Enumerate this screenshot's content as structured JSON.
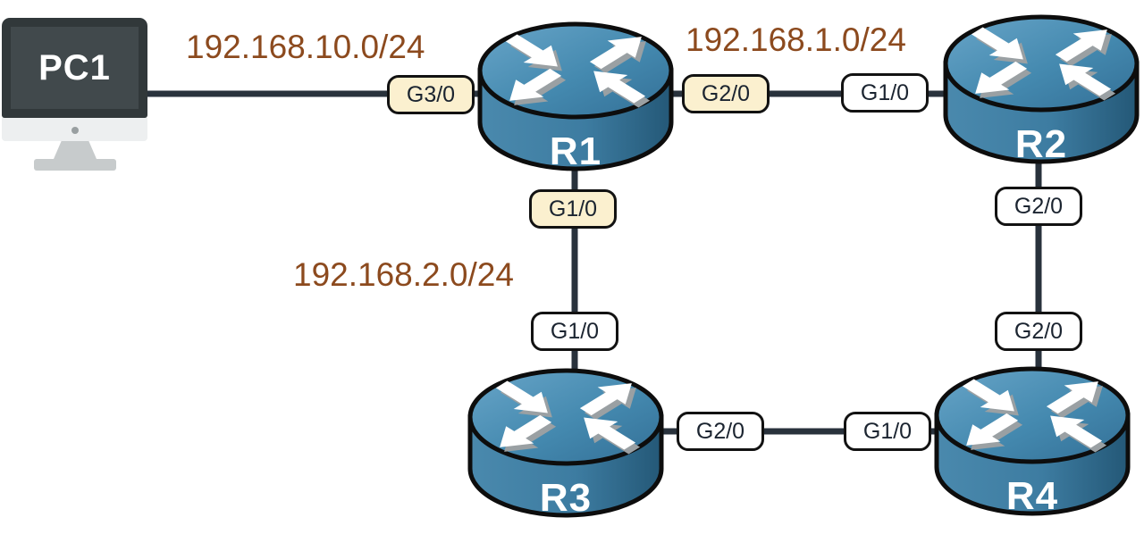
{
  "diagram": {
    "type": "network-topology",
    "colors": {
      "link": "#29323c",
      "network_text": "#8c4a1e",
      "interface_bg": "#ffffff",
      "interface_highlight_bg": "#fbf0cf",
      "router_top_blue": "#4f93b8",
      "router_body_blue": "#2f6e93",
      "pc_frame": "#31383a"
    },
    "devices": {
      "pc1": {
        "label": "PC1",
        "type": "pc"
      },
      "r1": {
        "label": "R1",
        "type": "router"
      },
      "r2": {
        "label": "R2",
        "type": "router"
      },
      "r3": {
        "label": "R3",
        "type": "router"
      },
      "r4": {
        "label": "R4",
        "type": "router"
      }
    },
    "networks": {
      "pc1_r1": {
        "label": "192.168.10.0/24"
      },
      "r1_r2": {
        "label": "192.168.1.0/24"
      },
      "r1_r3": {
        "label": "192.168.2.0/24"
      }
    },
    "interfaces": {
      "r1_g3_0": {
        "label": "G3/0",
        "device": "R1",
        "highlighted": true
      },
      "r1_g2_0": {
        "label": "G2/0",
        "device": "R1",
        "highlighted": true
      },
      "r1_g1_0": {
        "label": "G1/0",
        "device": "R1",
        "highlighted": true
      },
      "r2_g1_0": {
        "label": "G1/0",
        "device": "R2",
        "highlighted": false
      },
      "r2_g2_0": {
        "label": "G2/0",
        "device": "R2",
        "highlighted": false
      },
      "r3_g1_0": {
        "label": "G1/0",
        "device": "R3",
        "highlighted": false
      },
      "r3_g2_0": {
        "label": "G2/0",
        "device": "R3",
        "highlighted": false
      },
      "r4_g2_0": {
        "label": "G2/0",
        "device": "R4",
        "highlighted": false
      },
      "r4_g1_0": {
        "label": "G1/0",
        "device": "R4",
        "highlighted": false
      }
    }
  }
}
